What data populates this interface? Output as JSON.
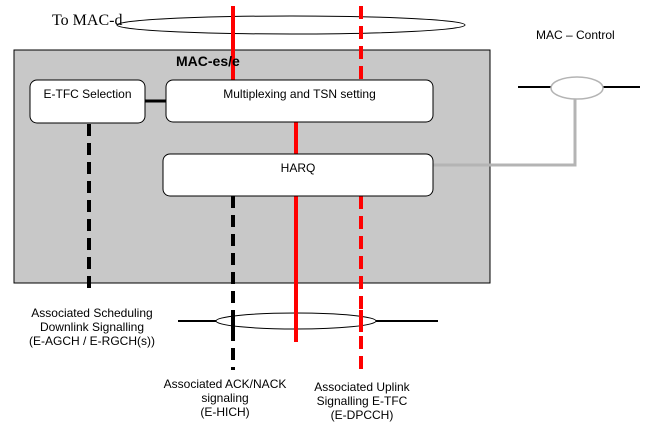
{
  "diagram": {
    "top_label": "To MAC-d",
    "entity_label": "MAC-es/e",
    "control_label": "MAC – Control",
    "blocks": {
      "etfc": "E-TFC Selection",
      "mux": "Multiplexing and TSN setting",
      "harq": "HARQ"
    },
    "signals": {
      "scheduling": [
        "Associated Scheduling",
        "Downlink Signalling",
        "(E-AGCH / E-RGCH(s))"
      ],
      "acknack": [
        "Associated ACK/NACK",
        "signaling",
        "(E-HICH)"
      ],
      "uplink": [
        "Associated Uplink",
        "Signalling E-TFC",
        "(E-DPCCH)"
      ]
    },
    "colors": {
      "entity_fill": "#c8c8c8",
      "data_line": "#ff0000",
      "control_line": "#b4b4b4",
      "signal_line": "#000000"
    }
  }
}
